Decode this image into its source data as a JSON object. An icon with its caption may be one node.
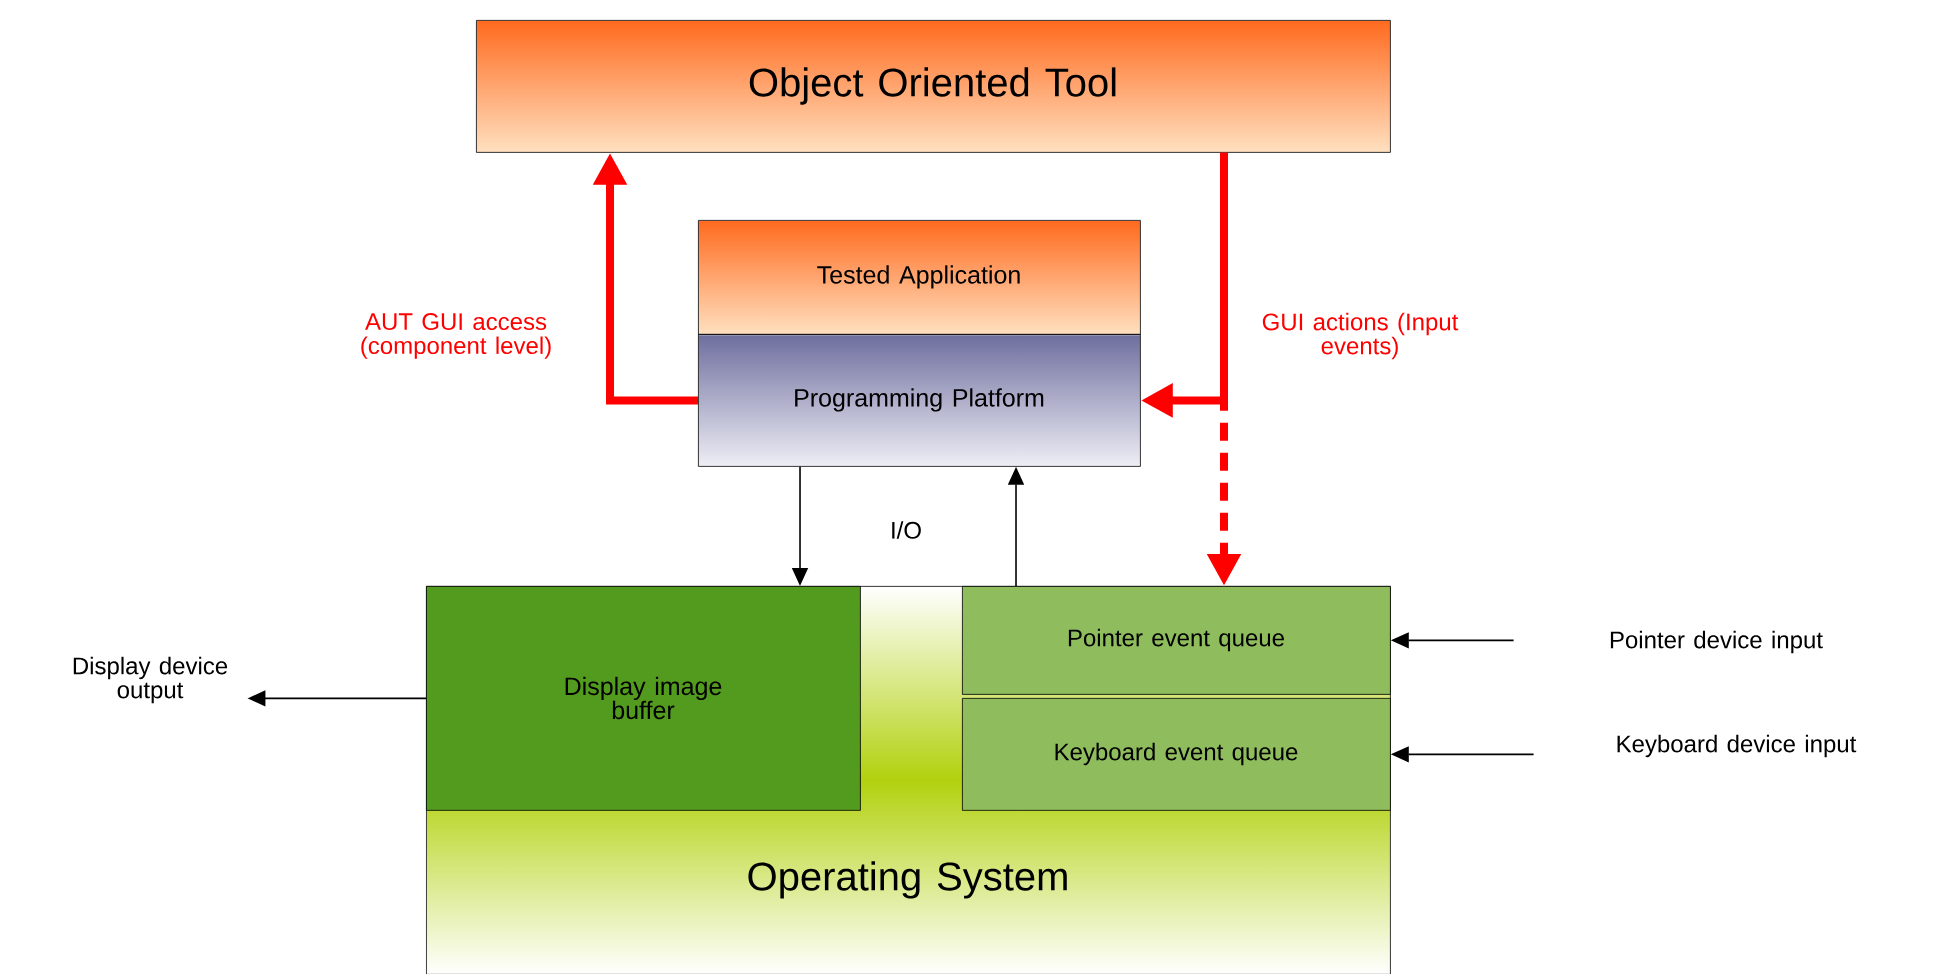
{
  "diagram": {
    "nodes": [
      {
        "text": [
          "Object Oriented Tool"
        ]
      },
      {
        "text": [
          "Tested Application"
        ]
      },
      {
        "text": [
          "Programming Platform"
        ]
      },
      {
        "text": [
          "Operating System"
        ]
      },
      {
        "text": [
          "Display image buffer"
        ],
        "in": 3
      },
      {
        "text": [
          "Pointer event queue"
        ],
        "in": 3
      },
      {
        "text": [
          "Keyboard event queue"
        ],
        "in": 3
      },
      {
        "text": [
          "Display device output"
        ]
      },
      {
        "text": [
          "Pointer device input"
        ]
      },
      {
        "text": [
          "Keyboard device input"
        ]
      }
    ],
    "edges": [
      {
        "from": 2,
        "to": 0,
        "arrow": "to",
        "label": "AUT GUI access (component level)",
        "style": "thick",
        "color": "#ff0000"
      },
      {
        "from": 0,
        "to": 2,
        "arrow": "to",
        "label": "GUI actions (Input events)",
        "style": "thick",
        "color": "#ff0000"
      },
      {
        "from": 0,
        "to": 5,
        "arrow": "to",
        "style": "dashed",
        "color": "#ff0000"
      },
      {
        "from": 2,
        "to": 4,
        "arrow": "to"
      },
      {
        "from": 5,
        "to": 2,
        "arrow": "to"
      },
      {
        "from": 4,
        "to": 7,
        "arrow": "to"
      },
      {
        "from": 8,
        "to": 5,
        "arrow": "to"
      },
      {
        "from": 9,
        "to": 6,
        "arrow": "to"
      }
    ],
    "labels": [
      "I/O"
    ]
  }
}
